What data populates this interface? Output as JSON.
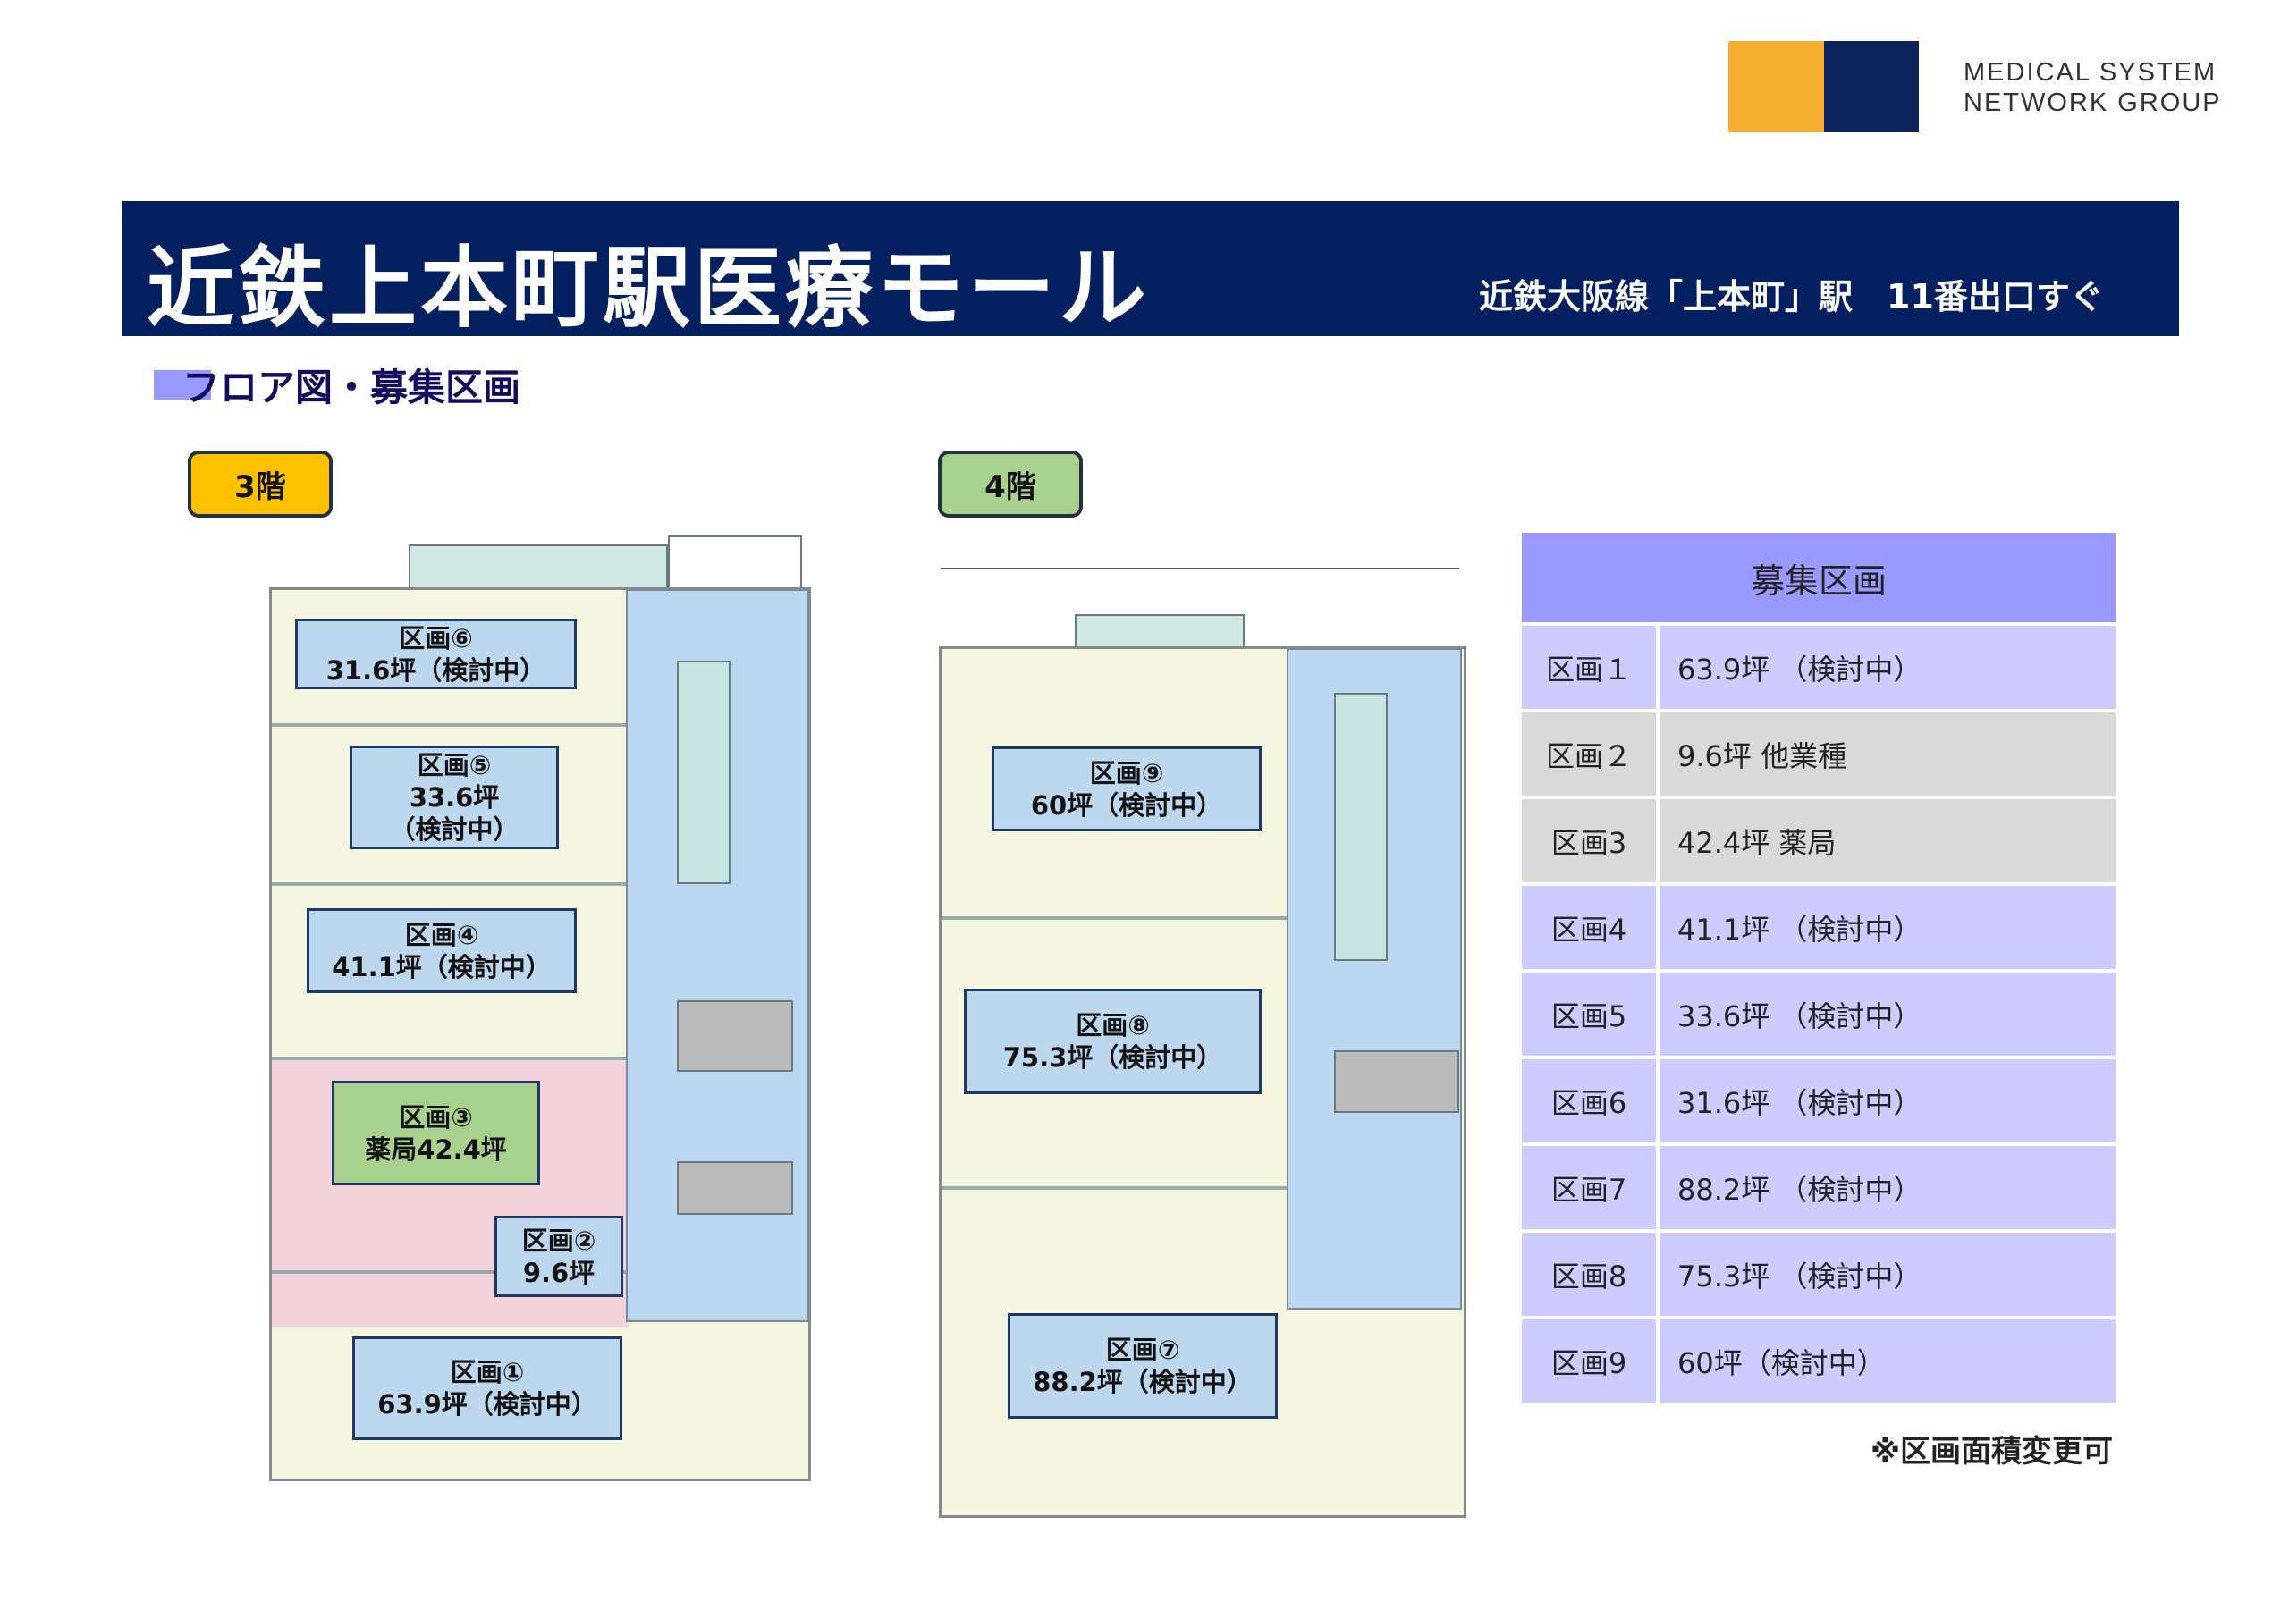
{
  "logo": {
    "line1": "MEDICAL SYSTEM",
    "line2": "NETWORK GROUP",
    "colors": [
      "#f5ad2e",
      "#0f2360"
    ]
  },
  "header": {
    "title": "近鉄上本町駅医療モール",
    "subtitle": "近鉄大阪線「上本町」駅　11番出口すぐ"
  },
  "section": {
    "title": "フロア図・募集区画"
  },
  "floors": [
    {
      "badge": "3階",
      "units": [
        {
          "name": "区画⑥",
          "detail": "31.6坪（検討中）"
        },
        {
          "name": "区画⑤",
          "detail": "33.6坪",
          "detail2": "（検討中）"
        },
        {
          "name": "区画④",
          "detail": "41.1坪（検討中）"
        },
        {
          "name": "区画③",
          "detail": "薬局42.4坪"
        },
        {
          "name": "区画②",
          "detail": "9.6坪"
        },
        {
          "name": "区画①",
          "detail": "63.9坪（検討中）"
        }
      ]
    },
    {
      "badge": "4階",
      "units": [
        {
          "name": "区画⑨",
          "detail": "60坪（検討中）"
        },
        {
          "name": "区画⑧",
          "detail": "75.3坪（検討中）"
        },
        {
          "name": "区画⑦",
          "detail": "88.2坪（検討中）"
        }
      ]
    }
  ],
  "table": {
    "header": "募集区画",
    "rows": [
      {
        "unit": "区画１",
        "info": "63.9坪 （検討中）",
        "status": "lav"
      },
      {
        "unit": "区画２",
        "info": "9.6坪 他業種",
        "status": "gray"
      },
      {
        "unit": "区画3",
        "info": "42.4坪 薬局",
        "status": "gray"
      },
      {
        "unit": "区画4",
        "info": "41.1坪 （検討中）",
        "status": "lav"
      },
      {
        "unit": "区画5",
        "info": "33.6坪 （検討中）",
        "status": "lav"
      },
      {
        "unit": "区画6",
        "info": "31.6坪 （検討中）",
        "status": "lav"
      },
      {
        "unit": "区画7",
        "info": "88.2坪 （検討中）",
        "status": "lav"
      },
      {
        "unit": "区画8",
        "info": "75.3坪 （検討中）",
        "status": "lav"
      },
      {
        "unit": "区画9",
        "info": "60坪（検討中）",
        "status": "lav"
      }
    ]
  },
  "note": "※区画面積変更可"
}
